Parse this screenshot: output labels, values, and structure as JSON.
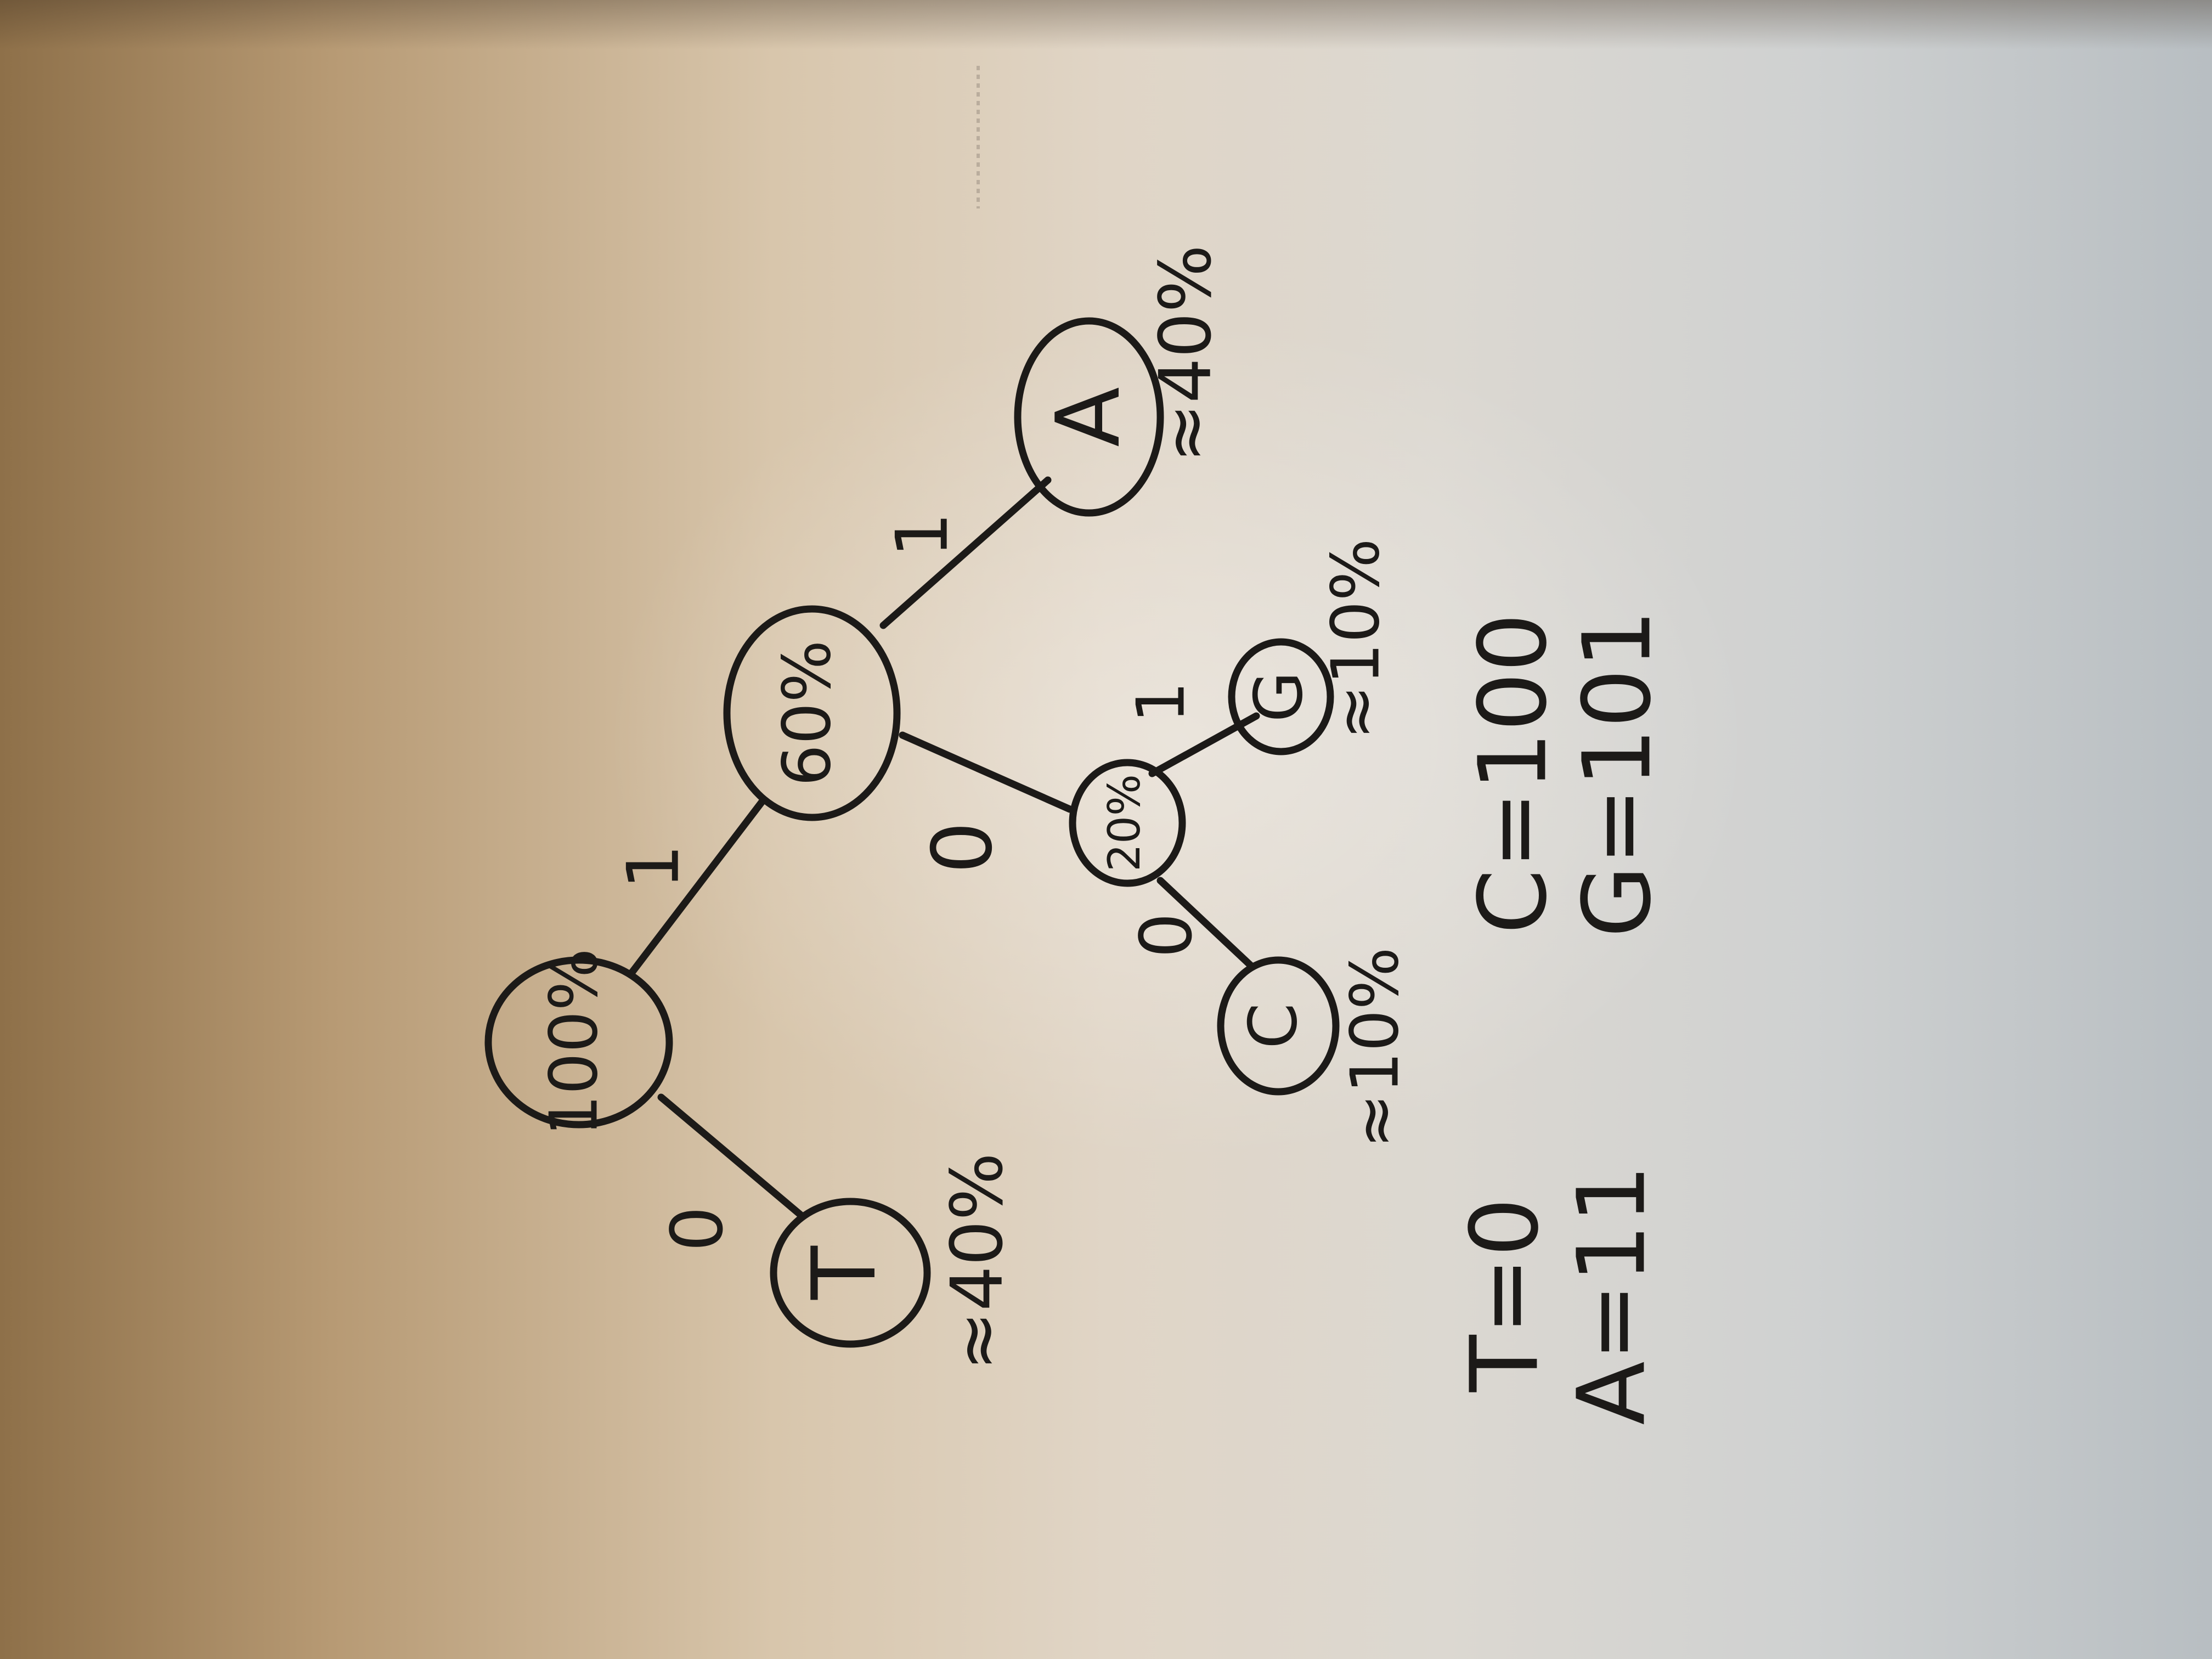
{
  "tree": {
    "root": {
      "label": "100%"
    },
    "internal": [
      {
        "label": "60%"
      },
      {
        "label": "20%"
      }
    ],
    "leaves": [
      {
        "symbol": "T",
        "probability": "≈40%"
      },
      {
        "symbol": "A",
        "probability": "≈40%"
      },
      {
        "symbol": "C",
        "probability": "≈10%"
      },
      {
        "symbol": "G",
        "probability": "≈10%"
      }
    ],
    "edges": [
      {
        "from": "100%",
        "to": "T",
        "bit": "0"
      },
      {
        "from": "100%",
        "to": "60%",
        "bit": "1"
      },
      {
        "from": "60%",
        "to": "A",
        "bit": "1"
      },
      {
        "from": "60%",
        "to": "20%",
        "bit": "0"
      },
      {
        "from": "20%",
        "to": "C",
        "bit": "0"
      },
      {
        "from": "20%",
        "to": "G",
        "bit": "1"
      }
    ]
  },
  "codes": {
    "t": "T=0",
    "a": "A=11",
    "c": "C=100",
    "g": "G=101"
  },
  "colors": {
    "ink": "#1c1a18"
  }
}
